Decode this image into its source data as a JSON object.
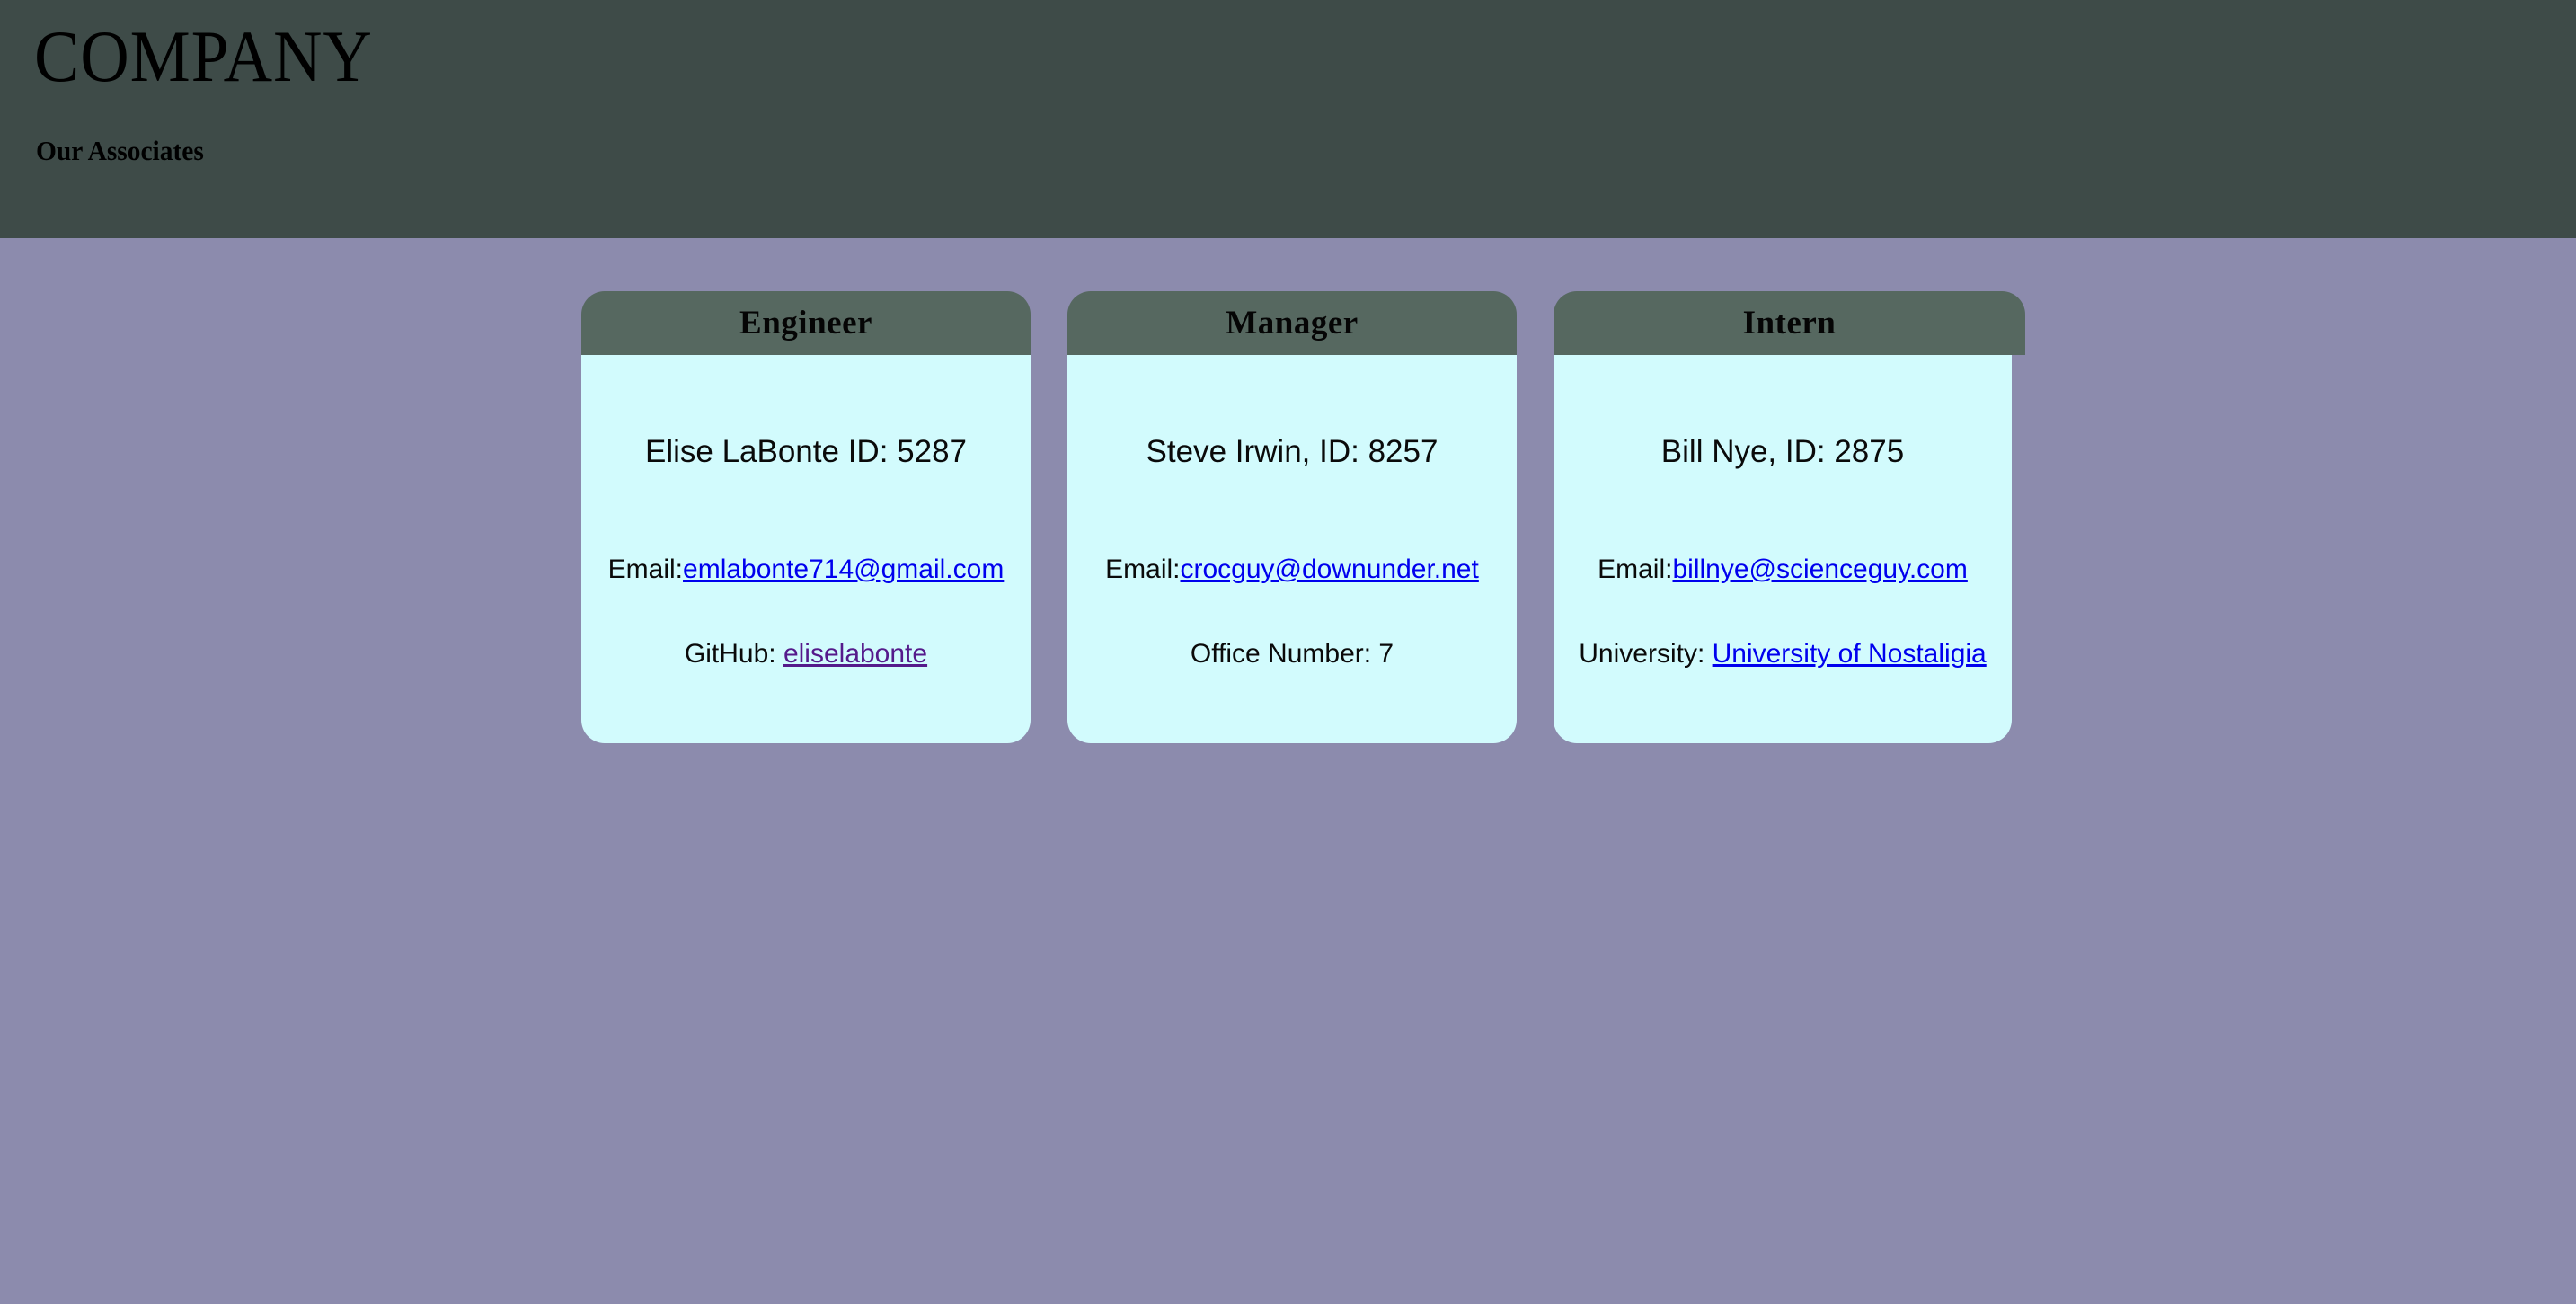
{
  "header": {
    "title": "COMPANY",
    "subtitle": "Our Associates",
    "background_color": "#3e4b48"
  },
  "theme": {
    "page_background": "#8c8bad",
    "card_header_background": "#566860",
    "card_body_background": "#d2fbfd",
    "link_color": "#0000ee",
    "visited_link_color": "#551a8b"
  },
  "cards": [
    {
      "role": "Engineer",
      "name_line": "Elise LaBonte ID: 5287",
      "email_label": "Email:",
      "email": "emlabonte714@gmail.com",
      "extra_label": "GitHub: ",
      "extra_value": "eliselabonte",
      "extra_is_link": true
    },
    {
      "role": "Manager",
      "name_line": "Steve Irwin, ID: 8257",
      "email_label": "Email:",
      "email": "crocguy@downunder.net",
      "extra_label": "Office Number: ",
      "extra_value": "7",
      "extra_is_link": false
    },
    {
      "role": "Intern",
      "name_line": "Bill Nye, ID: 2875",
      "email_label": "Email:",
      "email": "billnye@scienceguy.com",
      "extra_label": "University: ",
      "extra_value": "University of Nostaligia",
      "extra_is_link": true
    }
  ]
}
